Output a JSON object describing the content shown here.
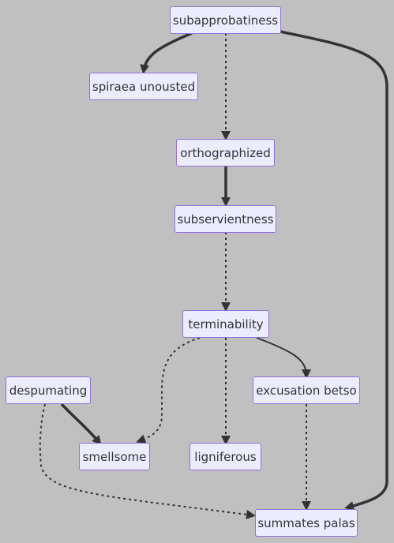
{
  "colors": {
    "background": "#c0c0c0",
    "node_fill": "#ececff",
    "node_border": "#9370db",
    "edge": "#333333",
    "text": "#333333"
  },
  "nodes": {
    "subapprobatiness": "subapprobatiness",
    "spiraea_unousted": "spiraea unousted",
    "orthographized": "orthographized",
    "subservientness": "subservientness",
    "terminability": "terminability",
    "despumating": "despumating",
    "excusation_betso": "excusation betso",
    "smellsome": "smellsome",
    "ligniferous": "ligniferous",
    "summates_palas": "summates palas"
  },
  "edges": [
    {
      "from": "subapprobatiness",
      "to": "spiraea_unousted",
      "style": "thick"
    },
    {
      "from": "subapprobatiness",
      "to": "orthographized",
      "style": "dotted"
    },
    {
      "from": "subapprobatiness",
      "to": "summates_palas",
      "style": "thick"
    },
    {
      "from": "orthographized",
      "to": "subservientness",
      "style": "thick"
    },
    {
      "from": "subservientness",
      "to": "terminability",
      "style": "dotted"
    },
    {
      "from": "terminability",
      "to": "smellsome",
      "style": "dotted"
    },
    {
      "from": "terminability",
      "to": "ligniferous",
      "style": "dotted"
    },
    {
      "from": "terminability",
      "to": "excusation_betso",
      "style": "normal"
    },
    {
      "from": "despumating",
      "to": "smellsome",
      "style": "thick"
    },
    {
      "from": "despumating",
      "to": "summates_palas",
      "style": "dotted"
    },
    {
      "from": "excusation_betso",
      "to": "summates_palas",
      "style": "dotted"
    }
  ]
}
